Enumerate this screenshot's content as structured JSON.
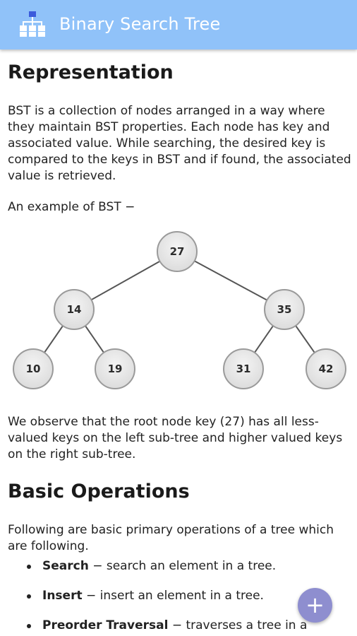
{
  "appbar": {
    "title": "Binary Search Tree",
    "icon": "hierarchy-icon",
    "color": "#90c2f9"
  },
  "section1": {
    "heading": "Representation",
    "para1": "BST is a collection of nodes arranged in a way where they maintain BST properties. Each node has key and associated value. While searching, the desired key is compared to the keys in BST and if found, the associated value is retrieved.",
    "para2": "An example of BST −",
    "para3": "We observe that the root node key (27) has all less-valued keys on the left sub-tree and higher valued keys on the right sub-tree."
  },
  "tree": {
    "nodes": [
      "27",
      "14",
      "35",
      "10",
      "19",
      "31",
      "42"
    ]
  },
  "section2": {
    "heading": "Basic Operations",
    "intro": "Following are basic primary operations of a tree which are following.",
    "items": [
      {
        "term": "Search",
        "desc": " − search an element in a tree."
      },
      {
        "term": "Insert",
        "desc": " − insert an element in a tree."
      },
      {
        "term": "Preorder Traversal",
        "desc": " − traverses a tree in a preorder manner."
      }
    ]
  },
  "fab": {
    "label": "+",
    "color": "#8e8ecf"
  }
}
